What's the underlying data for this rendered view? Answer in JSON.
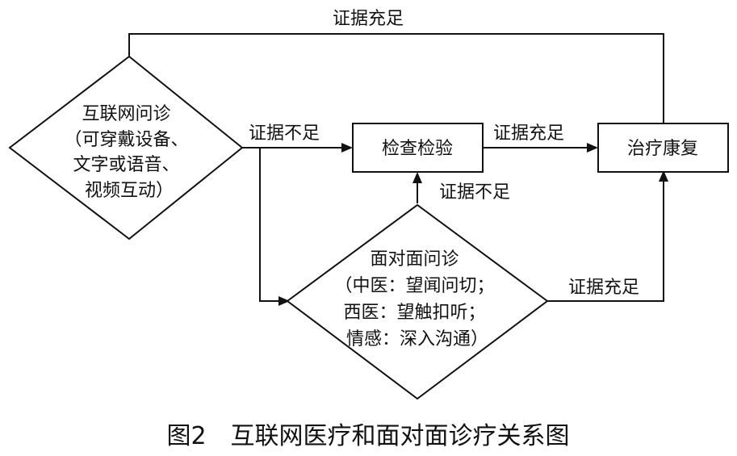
{
  "nodes": {
    "internet": {
      "lines": [
        "互联网问诊",
        "（可穿戴设备、",
        "文字或语音、",
        "视频互动）"
      ]
    },
    "exam": {
      "label": "检查检验"
    },
    "treatment": {
      "label": "治疗康复"
    },
    "f2f": {
      "lines": [
        "面对面问诊",
        "（中医：望闻问切；",
        "西医：望触扣听；",
        "情感：深入沟通）"
      ]
    }
  },
  "edges": {
    "internet_to_treatment": "证据充足",
    "internet_to_exam": "证据不足",
    "exam_to_treatment": "证据充足",
    "f2f_to_exam": "证据不足",
    "f2f_to_treatment": "证据充足"
  },
  "caption": "图2　互联网医疗和面对面诊疗关系图"
}
